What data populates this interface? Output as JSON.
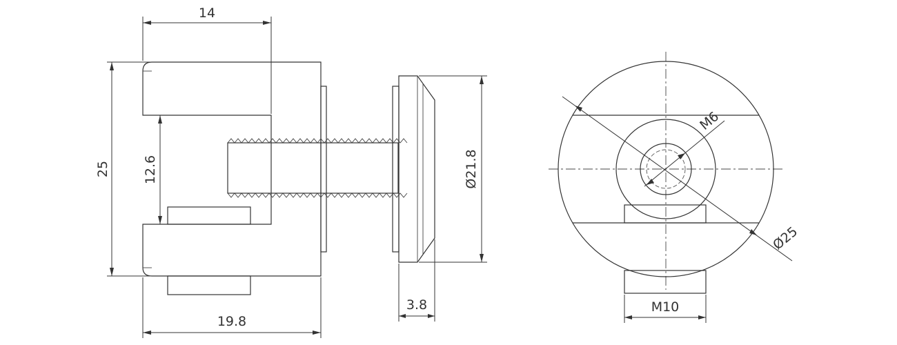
{
  "diagram": {
    "line_color": "#333333",
    "background": "#ffffff",
    "side_view": {
      "dim_top_width": "14",
      "dim_overall_height": "25",
      "dim_gap": "12.6",
      "dim_bottom_width": "19.8",
      "dim_cap_thickness": "3.8",
      "dim_cap_diameter": "Ø21.8"
    },
    "front_view": {
      "dim_inner_thread": "M6",
      "dim_outer_diameter": "Ø25",
      "dim_bottom_thread": "M10"
    }
  }
}
